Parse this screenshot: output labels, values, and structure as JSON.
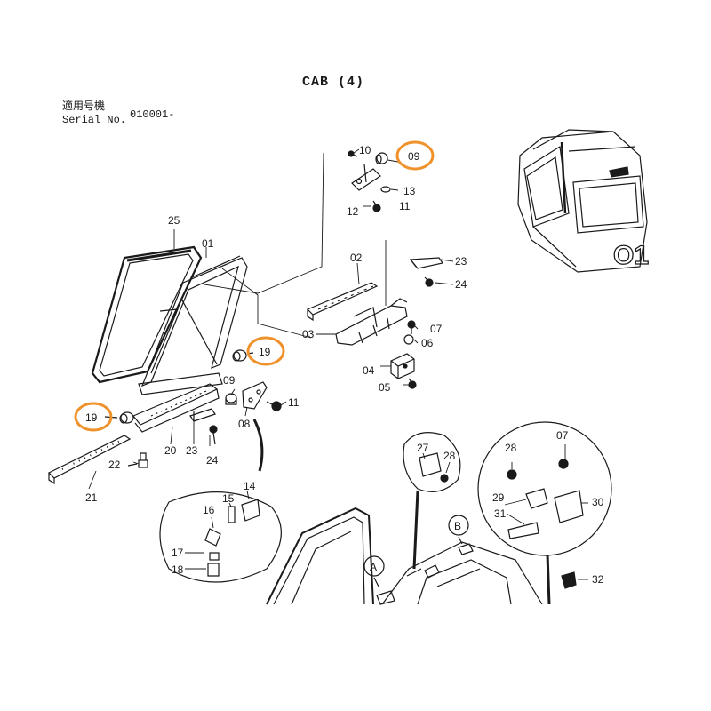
{
  "header": {
    "title": "CAB (4)",
    "applicability_label": "適用号機",
    "serial_label": "Serial No.",
    "serial_value": "010001-"
  },
  "highlight_color": "#F0922B",
  "part_labels": {
    "p01": "01",
    "p02": "02",
    "p03": "03",
    "p04": "04",
    "p05": "05",
    "p06": "06",
    "p07a": "07",
    "p07b": "07",
    "p08": "08",
    "p09a": "09",
    "p09b": "09",
    "p10": "10",
    "p11a": "11",
    "p11b": "11",
    "p12": "12",
    "p13": "13",
    "p14": "14",
    "p15": "15",
    "p16": "16",
    "p17": "17",
    "p18": "18",
    "p19a": "19",
    "p19b": "19",
    "p20": "20",
    "p21": "21",
    "p22": "22",
    "p23a": "23",
    "p23b": "23",
    "p24a": "24",
    "p24b": "24",
    "p25": "25",
    "p27": "27",
    "p28a": "28",
    "p28b": "28",
    "p29": "29",
    "p30": "30",
    "p31": "31",
    "p32": "32"
  },
  "callouts": {
    "a": "A",
    "b": "B"
  },
  "cab_marking": "O1"
}
